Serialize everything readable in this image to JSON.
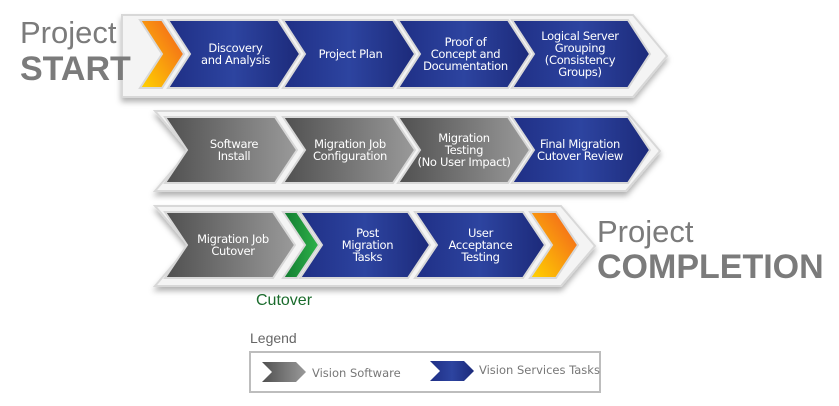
{
  "start": {
    "line1": "Project",
    "line2": "START"
  },
  "completion": {
    "line1": "Project",
    "line2": "COMPLETION"
  },
  "rows": [
    [
      "Discovery\nand Analysis",
      "Project Plan",
      "Proof of\nConcept and\nDocumentation",
      "Logical Server\nGrouping\n(Consistency\nGroups)"
    ],
    [
      "Software\nInstall",
      "Migration Job\nConfiguration",
      "Migration\nTesting\n(No User Impact)",
      "Final Migration\nCutover Review"
    ],
    [
      "Migration Job\nCutover",
      "Post\nMigration\nTasks",
      "User\nAcceptance\nTesting"
    ]
  ],
  "cutover_label": "Cutover",
  "legend": {
    "title": "Legend",
    "items": [
      {
        "label": "Vision Software",
        "color": "#6b6b6b"
      },
      {
        "label": "Vision Services Tasks",
        "color": "#23378f"
      }
    ]
  },
  "colors": {
    "blue": "#23378f",
    "gray": "#6b6b6b",
    "green": "#1e9a3c",
    "orange": "#f7941d",
    "yellow": "#ffd200"
  }
}
